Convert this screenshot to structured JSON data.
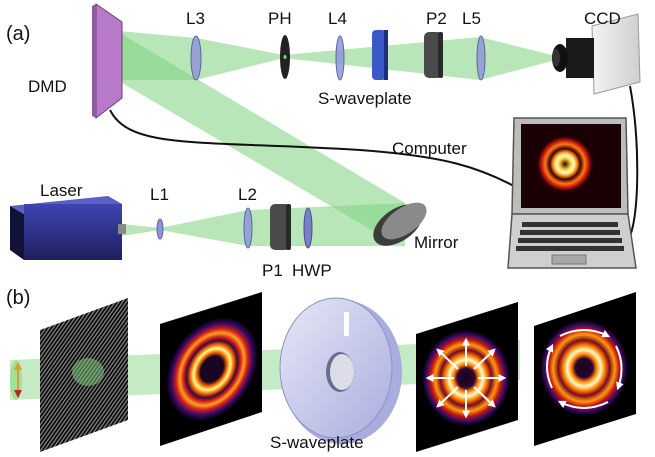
{
  "panel_a": {
    "label": "(a)",
    "components": {
      "dmd": "DMD",
      "l3": "L3",
      "ph": "PH",
      "l4": "L4",
      "p2": "P2",
      "l5": "L5",
      "ccd": "CCD",
      "s_waveplate": "S-waveplate",
      "computer": "Computer",
      "laser": "Laser",
      "l1": "L1",
      "l2": "L2",
      "p1": "P1",
      "hwp": "HWP",
      "mirror": "Mirror"
    }
  },
  "panel_b": {
    "label": "(b)",
    "s_waveplate": "S-waveplate"
  },
  "colors": {
    "beam": "#7fd27f",
    "lens": "#8f96d6",
    "laser_body": "#2d2f86",
    "dmd": "#c48ad0",
    "polarizer": "#4a4a4a",
    "waveplate": "#3a58c8",
    "arrow": "#ffffff",
    "polarization_arrow": "#d4a030"
  }
}
